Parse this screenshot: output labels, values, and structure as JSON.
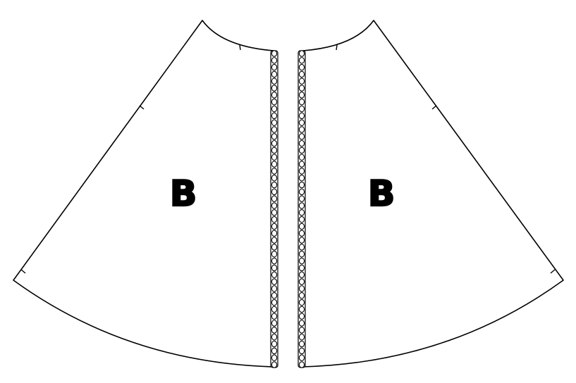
{
  "pieces": [
    {
      "side": "left",
      "label": "B"
    },
    {
      "side": "right",
      "label": "B"
    }
  ],
  "zipper_teeth_count": 46
}
